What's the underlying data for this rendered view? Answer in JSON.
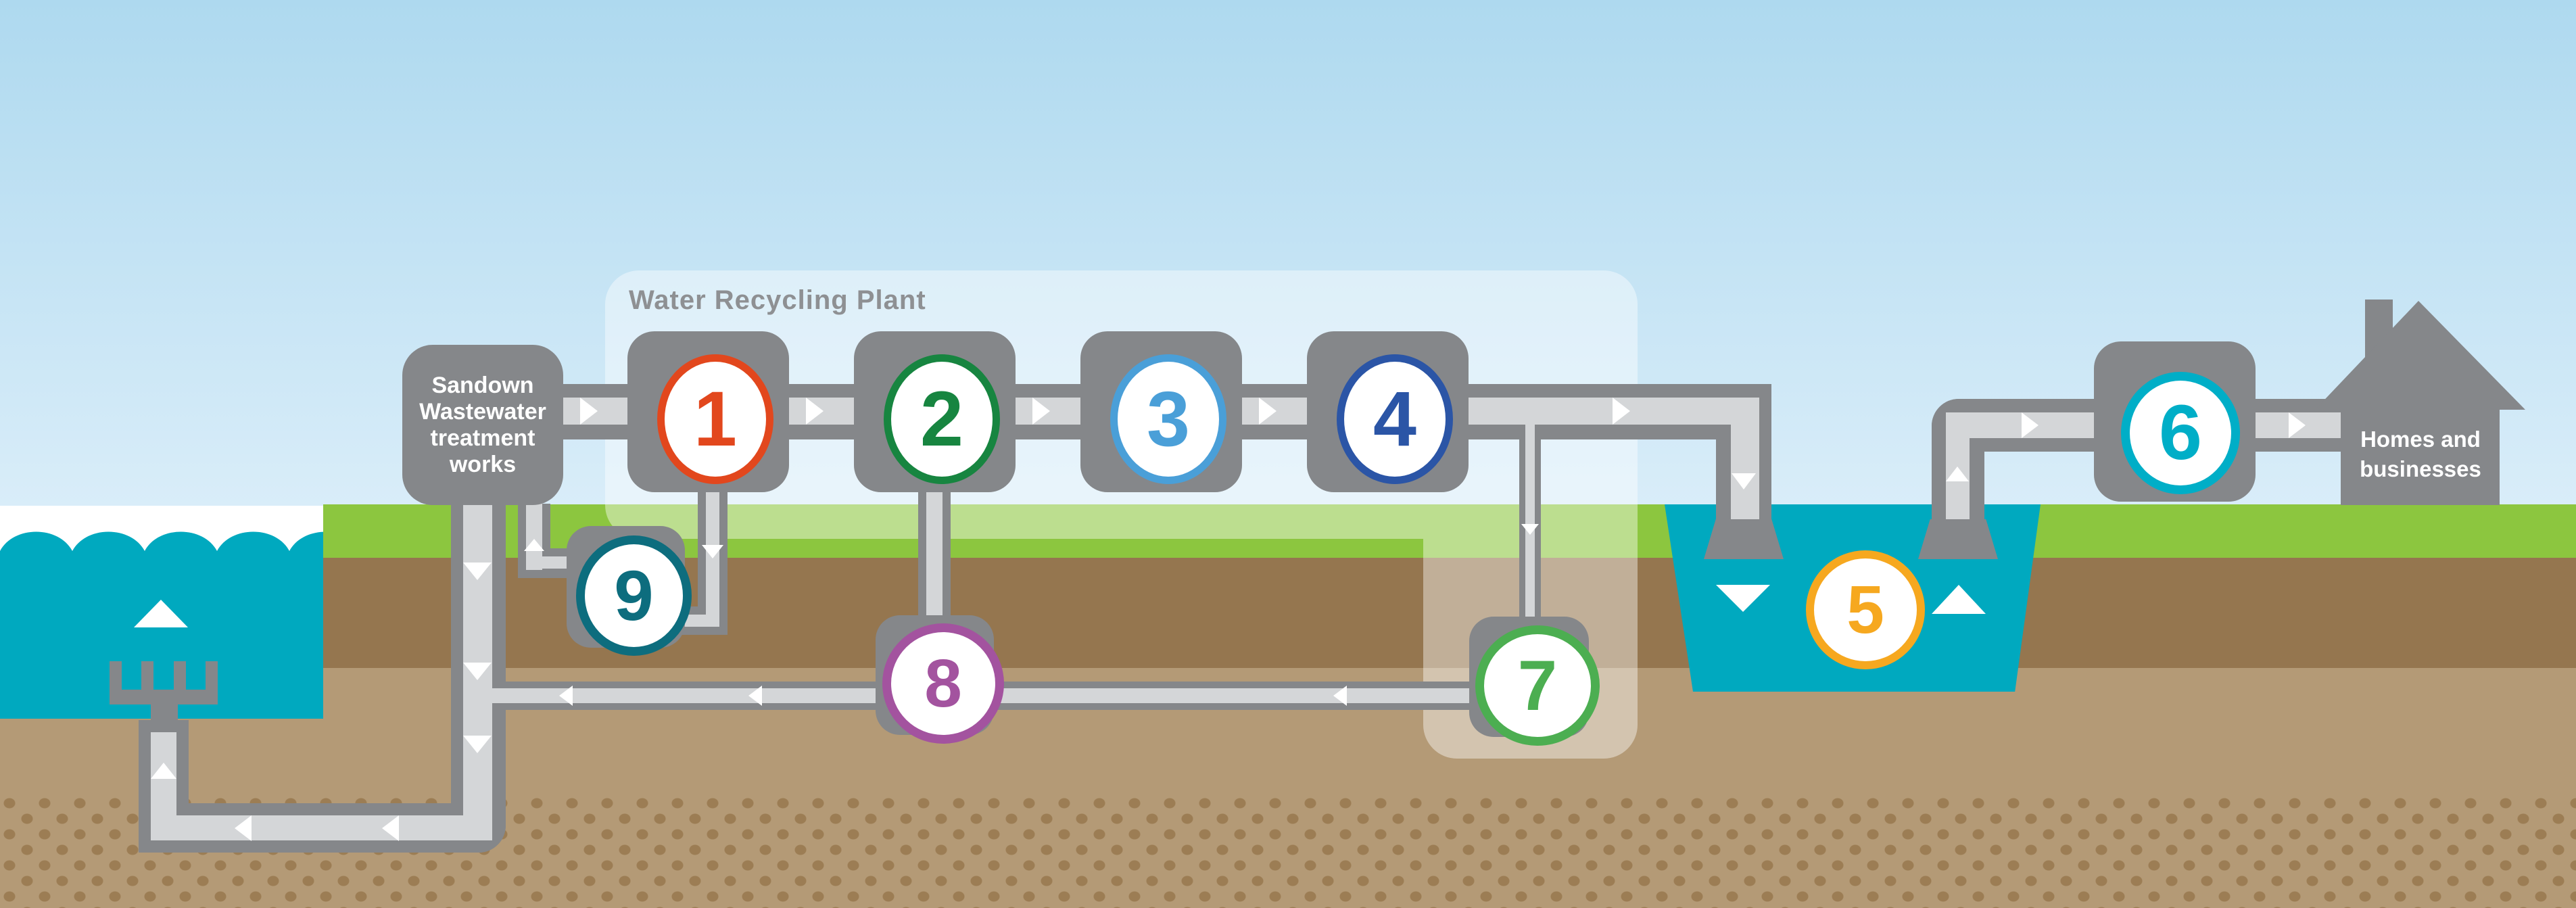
{
  "plant_label": "Water Recycling Plant",
  "sandown": {
    "line1": "Sandown",
    "line2": "Wastewater",
    "line3": "treatment",
    "line4": "works"
  },
  "homes": {
    "line1": "Homes and",
    "line2": "businesses"
  },
  "steps": [
    {
      "num": "1",
      "color": "#E2471D"
    },
    {
      "num": "2",
      "color": "#178540"
    },
    {
      "num": "3",
      "color": "#4A9FD8"
    },
    {
      "num": "4",
      "color": "#2B55A6"
    },
    {
      "num": "5",
      "color": "#F6A81F"
    },
    {
      "num": "6",
      "color": "#00AEC7"
    },
    {
      "num": "7",
      "color": "#4CAE51"
    },
    {
      "num": "8",
      "color": "#A3539F"
    },
    {
      "num": "9",
      "color": "#0D6D7E"
    }
  ],
  "colors": {
    "sky-top": "#AED9EF",
    "sky-bot": "#D9EDF9",
    "grass": "#8CC63F",
    "soil-dark": "#95764F",
    "soil-mid": "#B49A76",
    "dots": "#9C7D54",
    "water": "#00A9BF",
    "pipe": "#85878A",
    "pipe-inner": "#D4D6D8",
    "box": "#85878A",
    "label-gray": "#8E9093",
    "arrow": "#FFFFFF"
  }
}
